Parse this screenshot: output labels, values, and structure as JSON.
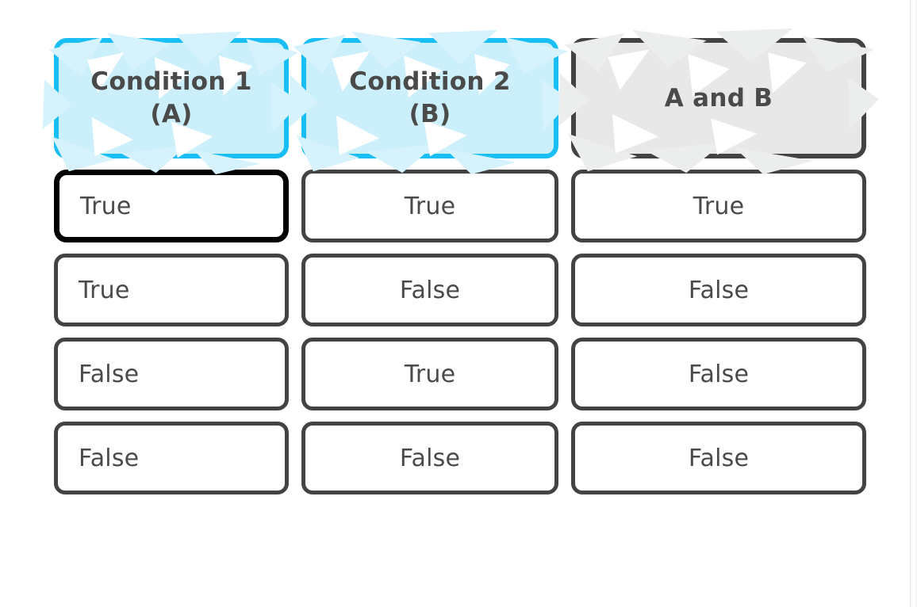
{
  "table": {
    "headers": [
      {
        "label": "Condition 1\n(A)",
        "style": "blue"
      },
      {
        "label": "Condition 2\n(B)",
        "style": "blue"
      },
      {
        "label": "A and B",
        "style": "gray"
      }
    ],
    "rows": [
      {
        "a": "True",
        "b": "True",
        "result": "True",
        "selected": "a"
      },
      {
        "a": "True",
        "b": "False",
        "result": "False",
        "selected": ""
      },
      {
        "a": "False",
        "b": "True",
        "result": "False",
        "selected": ""
      },
      {
        "a": "False",
        "b": "False",
        "result": "False",
        "selected": ""
      }
    ]
  },
  "colors": {
    "accent_blue": "#19bef5",
    "accent_blue_fill": "#ccf0fb",
    "header_gray_fill": "#e8e8e8",
    "border_dark": "#434343",
    "border_selected": "#000000",
    "text": "#4a4a4a",
    "deco_blue": "#d6f2fc",
    "deco_gray": "#eceded"
  }
}
